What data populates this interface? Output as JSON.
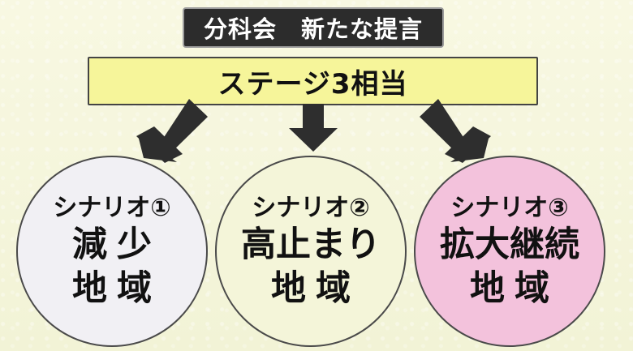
{
  "header": {
    "title": "分科会　新たな提言"
  },
  "stage": {
    "label": "ステージ3相当"
  },
  "scenarios": [
    {
      "label": "シナリオ①",
      "line1": "減少",
      "line2": "地域",
      "fill_color": "#f1f0f4"
    },
    {
      "label": "シナリオ②",
      "line1": "高止まり",
      "line2": "地域",
      "fill_color": "#f4f5d9"
    },
    {
      "label": "シナリオ③",
      "line1": "拡大継続",
      "line2": "地域",
      "fill_color": "#f3c2dc"
    }
  ],
  "colors": {
    "arrow": "#2e2e2e",
    "stage_fill": "#f6f59a",
    "header_fill": "#2c2c2c"
  }
}
